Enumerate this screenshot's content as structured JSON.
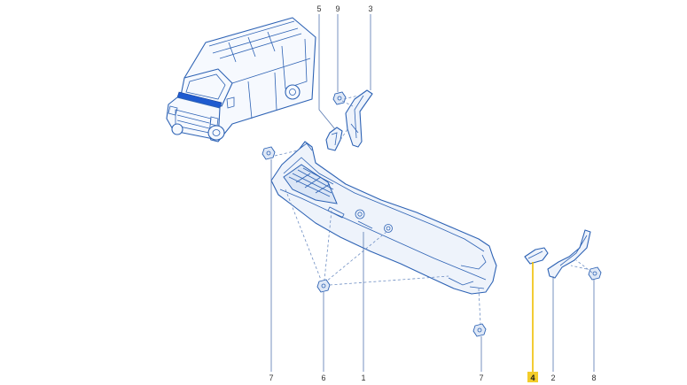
{
  "diagram": {
    "callouts_top": [
      "5",
      "9",
      "3"
    ],
    "callouts_bottom": [
      "7",
      "6",
      "1",
      "7",
      "4",
      "2",
      "8"
    ],
    "highlighted_callout": "4",
    "colors": {
      "line": "#2d62b4",
      "highlight": "#f4cd2a",
      "van_highlight": "#1f5bd0"
    }
  }
}
